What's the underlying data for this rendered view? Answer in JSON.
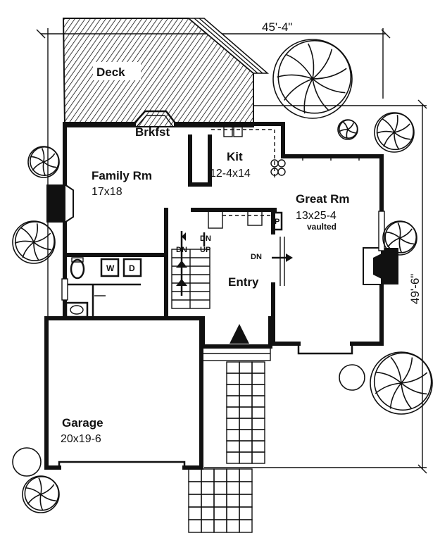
{
  "title": "",
  "dimensions": {
    "width": "45'-4\"",
    "depth": "49'-6\""
  },
  "rooms": {
    "deck": {
      "name": "Deck"
    },
    "breakfast": {
      "name": "Brkfst"
    },
    "kitchen": {
      "name": "Kit",
      "size": "12-4x14"
    },
    "family": {
      "name": "Family Rm",
      "size": "17x18"
    },
    "great": {
      "name": "Great Rm",
      "size": "13x25-4",
      "note": "vaulted"
    },
    "entry": {
      "name": "Entry"
    },
    "garage": {
      "name": "Garage",
      "size": "20x19-6"
    }
  },
  "fixtures": {
    "washer": "W",
    "dryer": "D",
    "pantry": "P"
  },
  "stairs": {
    "dn_top": "DN",
    "dn_left": "DN",
    "up": "UP",
    "dn_great": "DN"
  }
}
